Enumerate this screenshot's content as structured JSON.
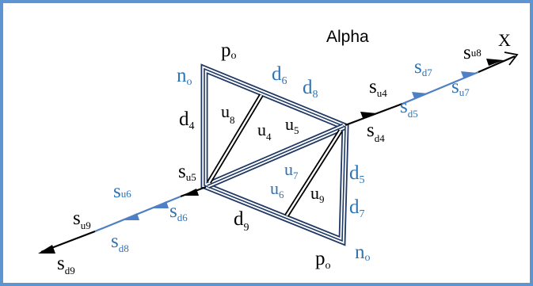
{
  "title": "Alpha",
  "colors": {
    "black": "#000000",
    "blue": "#2e74b5",
    "arrow_blue": "#4f7fc4",
    "frame": "#5e95d1"
  },
  "axis_label": "X",
  "labels": {
    "p_top": {
      "base": "p",
      "sub": "o"
    },
    "p_bot": {
      "base": "p",
      "sub": "o"
    },
    "n_top": {
      "base": "n",
      "sub": "o"
    },
    "n_bot": {
      "base": "n",
      "sub": "o"
    },
    "d4": {
      "base": "d",
      "sub": "4"
    },
    "d6": {
      "base": "d",
      "sub": "6"
    },
    "d8": {
      "base": "d",
      "sub": "8"
    },
    "d5": {
      "base": "d",
      "sub": "5"
    },
    "d7": {
      "base": "d",
      "sub": "7"
    },
    "d9": {
      "base": "d",
      "sub": "9"
    },
    "u8": {
      "base": "u",
      "sub": "8"
    },
    "u4": {
      "base": "u",
      "sub": "4"
    },
    "u5": {
      "base": "u",
      "sub": "5"
    },
    "u7": {
      "base": "u",
      "sub": "7"
    },
    "u6": {
      "base": "u",
      "sub": "6"
    },
    "u9": {
      "base": "u",
      "sub": "9"
    },
    "s_u4": {
      "base": "s",
      "sub": "u4"
    },
    "s_d4": {
      "base": "s",
      "sub": "d4"
    },
    "s_d7": {
      "base": "s",
      "sub": "d7"
    },
    "s_d5": {
      "base": "s",
      "sub": "d5"
    },
    "s_u7": {
      "base": "s",
      "sub": "u7"
    },
    "s_u8": {
      "base": "s",
      "sub": "u8"
    },
    "s_u5": {
      "base": "s",
      "sub": "u5"
    },
    "s_u6": {
      "base": "s",
      "sub": "u6"
    },
    "s_d6": {
      "base": "s",
      "sub": "d6"
    },
    "s_u9": {
      "base": "s",
      "sub": "u9"
    },
    "s_d8": {
      "base": "s",
      "sub": "d8"
    },
    "s_d9": {
      "base": "s",
      "sub": "d9"
    }
  }
}
